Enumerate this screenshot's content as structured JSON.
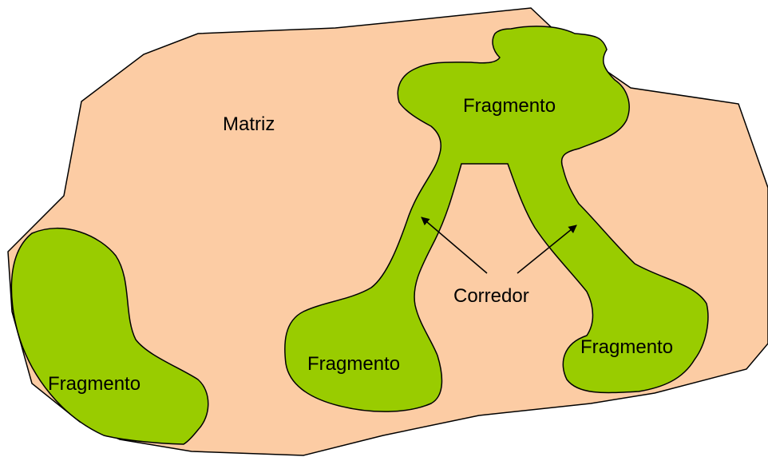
{
  "diagram": {
    "matrix_label": "Matriz",
    "fragment_labels": [
      "Fragmento",
      "Fragmento",
      "Fragmento",
      "Fragmento"
    ],
    "corridor_label": "Corredor"
  },
  "colors": {
    "matrix_fill": "#FCCCA4",
    "fragment_fill": "#99CC00",
    "outline": "#000000",
    "text": "#000000"
  }
}
